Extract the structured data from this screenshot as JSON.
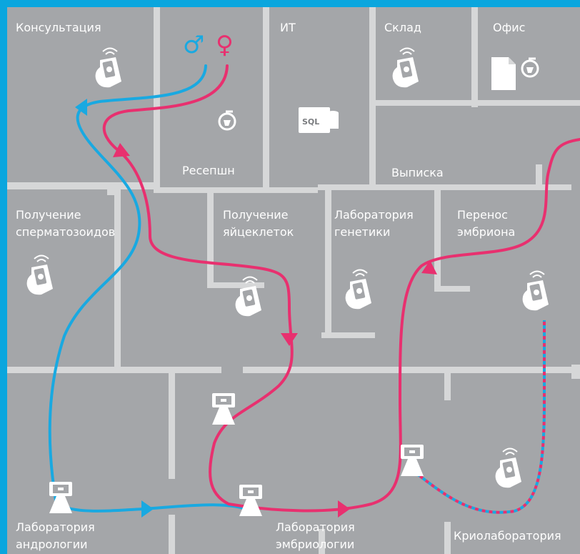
{
  "rooms": {
    "consultation": "Консультация",
    "it": "ИТ",
    "warehouse": "Склад",
    "office": "Офис",
    "reception": "Ресепшн",
    "discharge": "Выписка",
    "sperm_collection": [
      "Получение",
      "сперматозоидов"
    ],
    "egg_collection": [
      "Получение",
      "яйцеклеток"
    ],
    "genetics_lab": [
      "Лаборатория",
      "генетики"
    ],
    "embryo_transfer": [
      "Перенос",
      "эмбриона"
    ],
    "andrology_lab": [
      "Лаборатория",
      "андрологии"
    ],
    "embryology_lab": [
      "Лаборатория",
      "эмбриологии"
    ],
    "cryo_lab": "Криолаборатория"
  },
  "symbols": {
    "male": "♂",
    "female": "♀"
  },
  "icons": {
    "sql_text": "SQL"
  },
  "colors": {
    "frame": "#0aa6de",
    "floor": "#a4a6a9",
    "wall": "#d6d7d8",
    "male_path": "#19a9e1",
    "female_path": "#e8306f",
    "label": "#ffffff"
  }
}
